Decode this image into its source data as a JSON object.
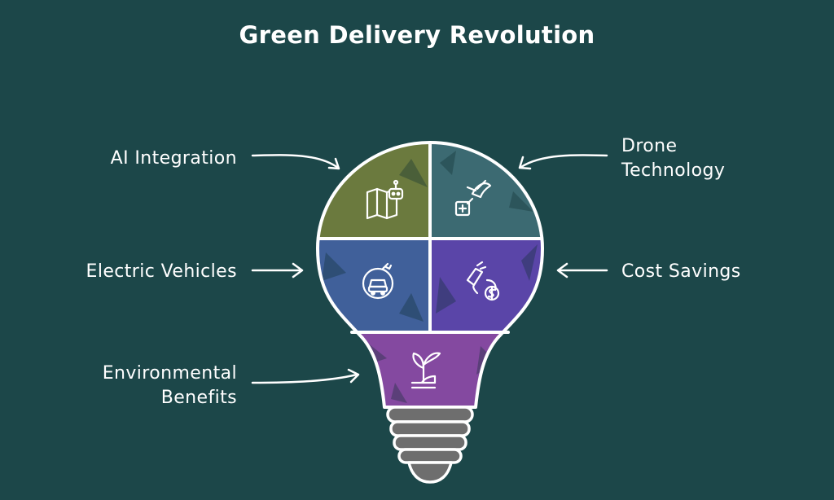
{
  "title": "Green Delivery Revolution",
  "labels": {
    "ai_integration": "AI Integration",
    "drone_line1": "Drone",
    "drone_line2": "Technology",
    "electric_vehicles": "Electric Vehicles",
    "cost_savings": "Cost Savings",
    "environmental_line1": "Environmental",
    "environmental_line2": "Benefits"
  },
  "segments": [
    {
      "name": "AI Integration",
      "icon": "robot-map-icon",
      "color": "#6b7a3e"
    },
    {
      "name": "Drone Technology",
      "icon": "drone-package-icon",
      "color": "#3c6a72"
    },
    {
      "name": "Electric Vehicles",
      "icon": "electric-car-icon",
      "color": "#40609a"
    },
    {
      "name": "Cost Savings",
      "icon": "savings-cycle-icon",
      "color": "#5a45a8"
    },
    {
      "name": "Environmental Benefits",
      "icon": "plant-hand-icon",
      "color": "#8449a0"
    }
  ],
  "colors": {
    "background": "#1c4749",
    "outline": "#ffffff",
    "base": "#6e6e6e"
  }
}
